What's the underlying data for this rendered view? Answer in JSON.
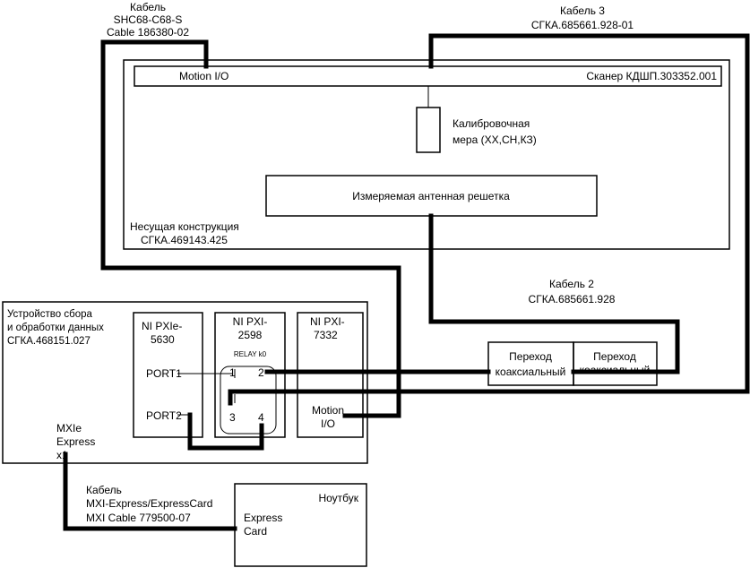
{
  "labels": {
    "cable1": [
      "Кабель",
      "SHC68-C68-S",
      "Cable 186380-02"
    ],
    "cable3": [
      "Кабель 3",
      "СГКА.685661.928-01"
    ],
    "cable2": [
      "Кабель 2",
      "СГКА.685661.928"
    ],
    "cable_mxi": [
      "Кабель",
      "MXI-Express/ExpressCard",
      "MXI Cable 779500-07"
    ]
  },
  "scanner": {
    "motion_io": "Motion I/O",
    "name": "Сканер КДШП.303352.001"
  },
  "calibration": [
    "Калибровочная",
    "мера (ХХ,СН,КЗ)"
  ],
  "antenna": "Измеряемая антенная решетка",
  "support": [
    "Несущая конструкция",
    "СГКА.469143.425"
  ],
  "daq": {
    "title": [
      "Устройство сбора",
      "и обработки данных",
      "СГКА.468151.027"
    ],
    "mxie": [
      "MXIe",
      "Express",
      "x1"
    ]
  },
  "modules": {
    "pxie5630": {
      "name": [
        "NI PXIe-",
        "5630"
      ],
      "port1": "PORT1",
      "port2": "PORT2"
    },
    "pxi2598": {
      "name": [
        "NI PXI-",
        "2598"
      ],
      "relay": "RELAY k0",
      "pins": [
        "1",
        "2",
        "3",
        "4"
      ]
    },
    "pxi7332": {
      "name": [
        "NI PXI-",
        "7332"
      ],
      "motion": [
        "Motion",
        "I/O"
      ]
    }
  },
  "adapters": [
    [
      "Переход",
      "коаксиальный"
    ],
    [
      "Переход",
      "коаксиальный"
    ]
  ],
  "laptop": {
    "title": "Ноутбук",
    "port": [
      "Express",
      "Card"
    ]
  }
}
